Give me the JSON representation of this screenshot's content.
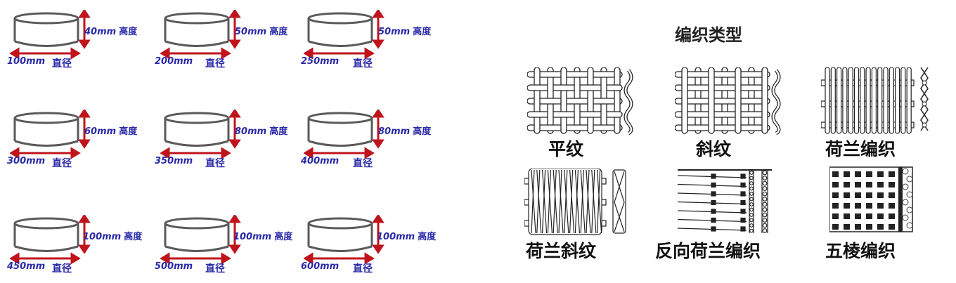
{
  "dimensions": {
    "height_unit_label": "高度",
    "diameter_unit_label": "直径",
    "items": [
      {
        "diameter": "100mm",
        "height": "40mm"
      },
      {
        "diameter": "200mm",
        "height": "50mm"
      },
      {
        "diameter": "250mm",
        "height": "50mm"
      },
      {
        "diameter": "300mm",
        "height": "60mm"
      },
      {
        "diameter": "350mm",
        "height": "80mm"
      },
      {
        "diameter": "400mm",
        "height": "80mm"
      },
      {
        "diameter": "450mm",
        "height": "100mm"
      },
      {
        "diameter": "500mm",
        "height": "100mm"
      },
      {
        "diameter": "600mm",
        "height": "100mm"
      }
    ]
  },
  "weave_types": {
    "title": "编织类型",
    "items": [
      {
        "label": "平纹",
        "pattern": "plain-weave"
      },
      {
        "label": "斜纹",
        "pattern": "twill-weave"
      },
      {
        "label": "荷兰编织",
        "pattern": "dutch-weave"
      },
      {
        "label": "荷兰斜纹",
        "pattern": "dutch-twill-weave"
      },
      {
        "label": "反向荷兰编织",
        "pattern": "reverse-dutch-weave"
      },
      {
        "label": "五棱编织",
        "pattern": "five-heddle-weave"
      }
    ]
  },
  "colors": {
    "label_blue": "#2a2aa8",
    "arrow_red": "#c0141c",
    "outline_gray": "#555555"
  }
}
